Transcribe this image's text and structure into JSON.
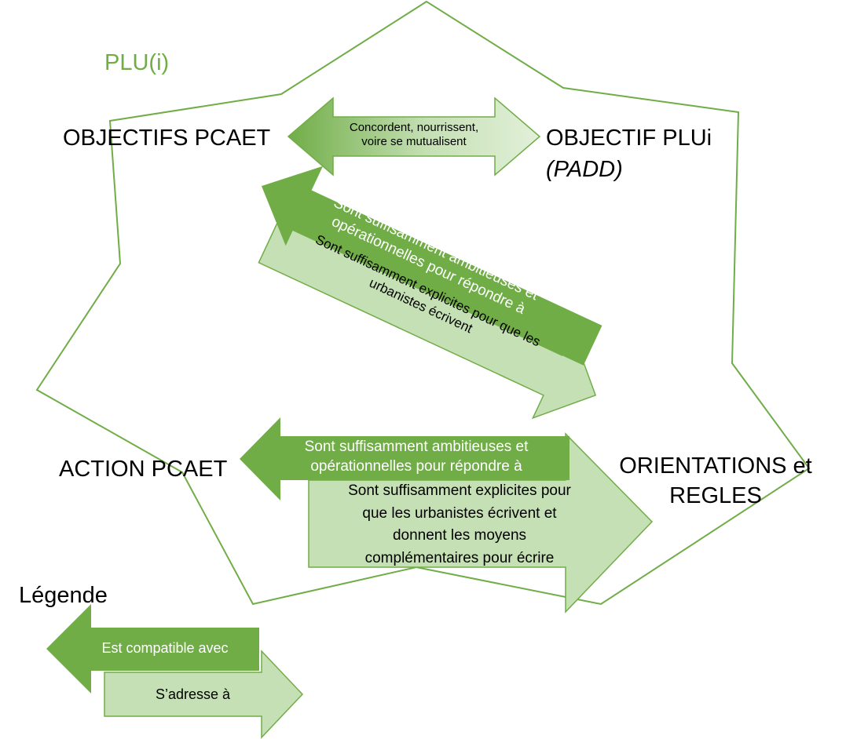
{
  "diagram": {
    "container_label": "PLU(i)",
    "nodes": {
      "objectifs_pcaet": "OBJECTIFS PCAET",
      "objectif_plui": "OBJECTIF PLUi",
      "objectif_plui_sub": "(PADD)",
      "action_pcaet": "ACTION PCAET",
      "orientations_line1": "ORIENTATIONS et",
      "orientations_line2": "REGLES"
    },
    "arrows": {
      "top_double": {
        "line1": "Concordent, nourrissent,",
        "line2": "voire se mutualisent"
      },
      "diagonal_compatible": {
        "line1": "Sont suffisamment ambitieuses et",
        "line2": "opérationnelles pour répondre à"
      },
      "diagonal_addresses": {
        "line1": "Sont suffisamment explicites pour que les",
        "line2": "urbanistes écrivent"
      },
      "horizontal_compatible": {
        "line1": "Sont suffisamment ambitieuses et",
        "line2": "opérationnelles pour répondre à"
      },
      "horizontal_addresses": {
        "line1": "Sont suffisamment explicites pour",
        "line2": "que les urbanistes écrivent et",
        "line3": "donnent les moyens",
        "line4": "complémentaires pour écrire"
      }
    },
    "legend": {
      "title": "Légende",
      "compatible": "Est compatible avec",
      "addresses": "S’adresse à"
    },
    "colors": {
      "dark_green": "#70ad47",
      "light_green": "#c5e0b4",
      "outline_green": "#70ad47"
    }
  }
}
